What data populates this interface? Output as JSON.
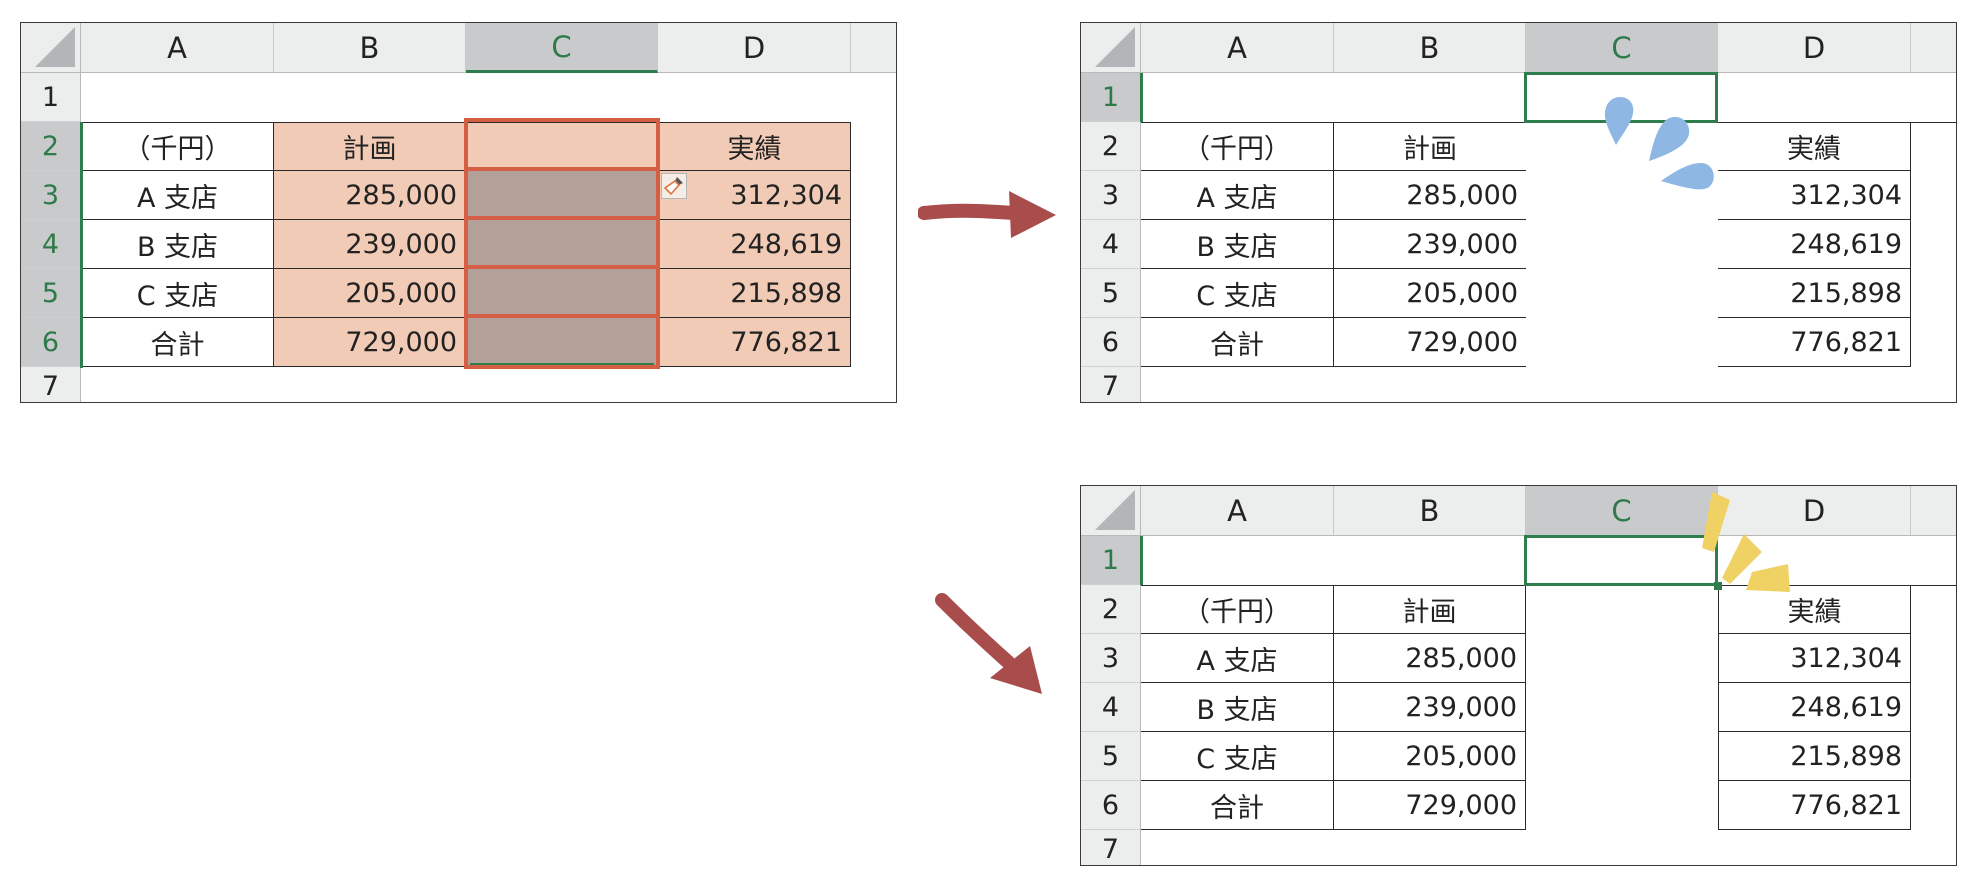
{
  "figure": {
    "description": "Three-step illustration of Excel border formatting on column C",
    "arrows": [
      {
        "id": "arrow-right",
        "direction": "right",
        "color": "#a84d4b"
      },
      {
        "id": "arrow-down-right",
        "direction": "down-right",
        "color": "#a84d4b"
      }
    ],
    "accent_colors": {
      "selection_green": "#2f7d4c",
      "selection_red": "#d45f44",
      "highlight_peach": "#f1cbb6",
      "selected_fill": "#b3a099",
      "droplet_blue": "#8fb7e3",
      "sparkle_yellow": "#f0d264"
    }
  },
  "sheet": {
    "corner_icon": "select-all-triangle",
    "columns": [
      "A",
      "B",
      "C",
      "D"
    ],
    "rows": [
      "1",
      "2",
      "3",
      "4",
      "5",
      "6",
      "7"
    ],
    "table": {
      "header": {
        "label": "（千円）",
        "plan": "計画",
        "blank": "",
        "actual": "実績"
      },
      "body": [
        {
          "branch": "A 支店",
          "plan": "285,000",
          "actual": "312,304"
        },
        {
          "branch": "B 支店",
          "plan": "239,000",
          "actual": "248,619"
        },
        {
          "branch": "C 支店",
          "plan": "205,000",
          "actual": "215,898"
        },
        {
          "branch": "合計",
          "plan": "729,000",
          "actual": "776,821"
        }
      ]
    }
  },
  "panels": [
    {
      "id": "before",
      "selected_column": "C",
      "selection": "C2:C6",
      "paste_format_icon": "paintbrush-icon"
    },
    {
      "id": "borders-removed",
      "selected_column": "C",
      "active_cell": "C1",
      "effect": "blue-droplets"
    },
    {
      "id": "borders-applied",
      "selected_column": "C",
      "active_cell": "C1",
      "effect": "yellow-sparkle"
    }
  ]
}
